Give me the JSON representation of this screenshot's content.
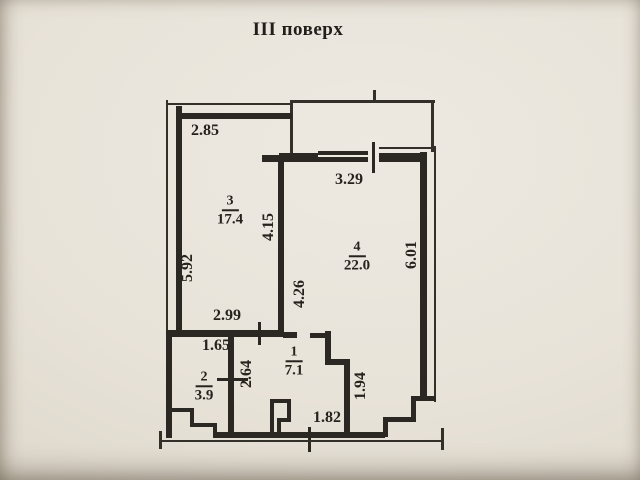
{
  "title": "III поверх",
  "rooms": {
    "room1": {
      "number": "1",
      "area": "7.1"
    },
    "room2": {
      "number": "2",
      "area": "3.9"
    },
    "room3": {
      "number": "3",
      "area": "17.4"
    },
    "room4": {
      "number": "4",
      "area": "22.0"
    }
  },
  "dimensions": {
    "room3_top": "2.85",
    "balcony_width": "3.29",
    "room3_left": "5.92",
    "room3_right": "4.15",
    "room4_left": "4.26",
    "room4_right": "6.01",
    "room3_bottom": "2.99",
    "room2_top": "1.65",
    "room2_right": "2.64",
    "hall_right": "1.94",
    "hall_bottom": "1.82"
  },
  "colors": {
    "paper": "#e8e3d9",
    "ink": "#2b2823"
  }
}
